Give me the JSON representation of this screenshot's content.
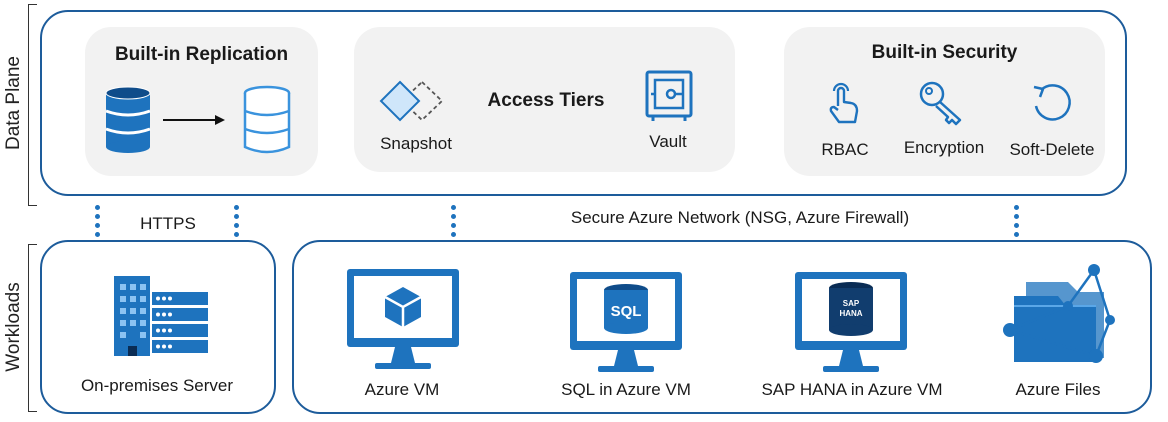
{
  "data_plane": {
    "side_label": "Data Plane",
    "replication": {
      "title": "Built-in Replication"
    },
    "access_tiers": {
      "title": "Access Tiers",
      "snapshot_label": "Snapshot",
      "vault_label": "Vault"
    },
    "security": {
      "title": "Built-in Security",
      "items": [
        "RBAC",
        "Encryption",
        "Soft-Delete"
      ]
    }
  },
  "network": {
    "https_label": "HTTPS",
    "secure_label": "Secure Azure Network (NSG, Azure Firewall)"
  },
  "workloads": {
    "side_label": "Workloads",
    "on_prem_label": "On-premises Server",
    "items": [
      "Azure VM",
      "SQL in Azure VM",
      "SAP HANA in Azure VM",
      "Azure Files"
    ],
    "sql_icon_text": "SQL",
    "sap_icon_text": [
      "SAP",
      "HANA"
    ]
  },
  "colors": {
    "accent": "#1e73be",
    "panel_border": "#1d5c9b",
    "card_bg": "#f2f2f2"
  }
}
